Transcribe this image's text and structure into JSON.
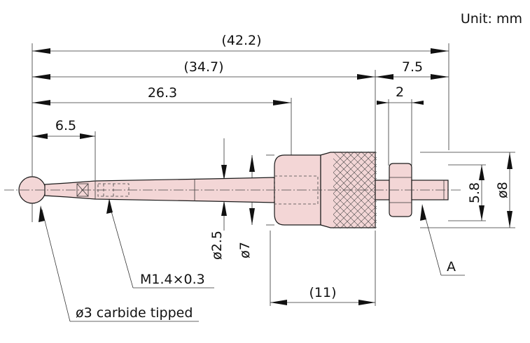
{
  "unit_label": "Unit: mm",
  "dimensions": {
    "overall_length": "(42.2)",
    "length_to_flange": "(34.7)",
    "length_to_body": "26.3",
    "ball_to_step": "6.5",
    "thread_length": "7.5",
    "flange_width": "2",
    "body_length": "(11)",
    "thread_dia": "5.8",
    "body_dia": "ø8",
    "shank_dia": "ø2.5",
    "collar_dia": "ø7"
  },
  "callouts": {
    "thread": "M1.4×0.3",
    "tip": "ø3 carbide tipped",
    "detail": "A"
  }
}
